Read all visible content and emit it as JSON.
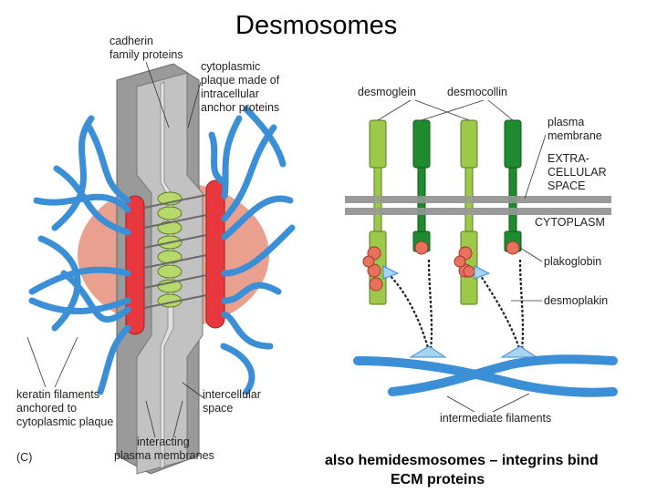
{
  "slide": {
    "title": "Desmosomes",
    "footer_line1": "also hemidesmosomes – integrins bind",
    "footer_line2": "ECM proteins"
  },
  "left_figure": {
    "panel_label": "(C)",
    "labels": {
      "cadherin_1": "cadherin",
      "cadherin_2": "family proteins",
      "plaque_1": "cytoplasmic",
      "plaque_2": "plaque made of",
      "plaque_3": "intracellular",
      "plaque_4": "anchor proteins",
      "keratin_1": "keratin filaments",
      "keratin_2": "anchored to",
      "keratin_3": "cytoplasmic plaque",
      "intercellular_1": "intercellular",
      "intercellular_2": "space",
      "interacting_1": "interacting",
      "interacting_2": "plasma membranes"
    }
  },
  "right_figure": {
    "labels": {
      "desmoglein": "desmoglein",
      "desmocollin": "desmocollin",
      "plasma_1": "plasma",
      "plasma_2": "membrane",
      "extra_1": "EXTRA-",
      "extra_2": "CELLULAR",
      "extra_3": "SPACE",
      "cytoplasm": "CYTOPLASM",
      "plakoglobin": "plakoglobin",
      "desmoplakin": "desmoplakin",
      "intermediate": "intermediate filaments"
    }
  },
  "colors": {
    "filament_blue": "#3a8fd6",
    "light_green": "#9cc94a",
    "dark_green": "#1f8a2e",
    "plaque_red": "#e8383d",
    "cell_pink": "#e9a08e",
    "membrane_gray": "#8e8e8e",
    "plakoglobin_salmon": "#e8705c"
  }
}
